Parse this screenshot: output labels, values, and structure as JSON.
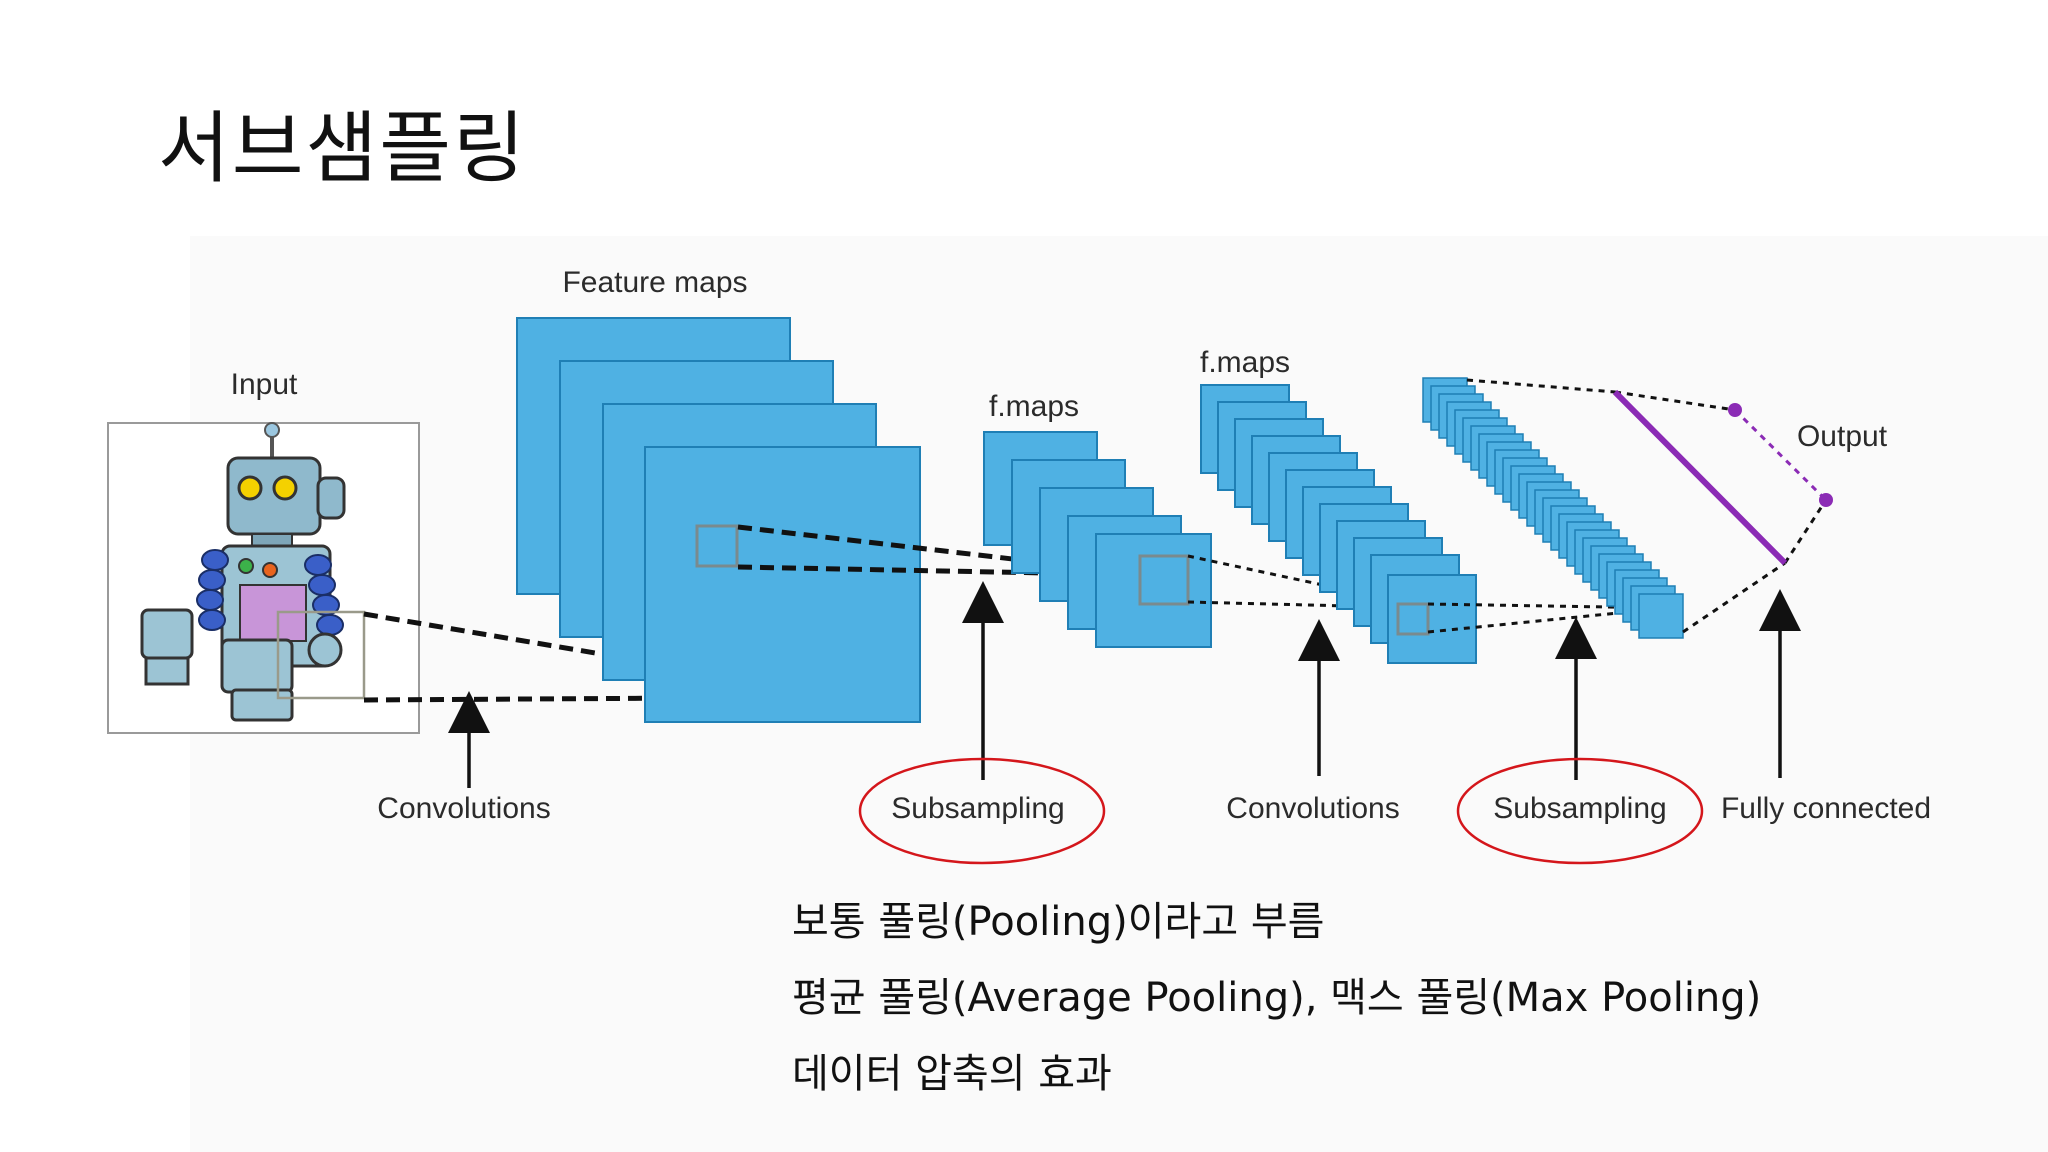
{
  "slide": {
    "title": "서브샘플링"
  },
  "diagram": {
    "labels": {
      "input": "Input",
      "feature_maps": "Feature maps",
      "fmaps_1": "f.maps",
      "fmaps_2": "f.maps",
      "output": "Output",
      "convolutions_1": "Convolutions",
      "subsampling_1": "Subsampling",
      "convolutions_2": "Convolutions",
      "subsampling_2": "Subsampling",
      "fully_connected": "Fully connected"
    },
    "colors": {
      "map_fill": "#4fb1e3",
      "map_stroke": "#1f7fb5",
      "highlight_ellipse": "#d4161b",
      "output_line": "#8b2bb5",
      "text": "#2b2b2b"
    }
  },
  "notes": [
    "보통 풀링(Pooling)이라고 부름",
    "평균 풀링(Average Pooling), 맥스 풀링(Max Pooling)",
    "데이터 압축의 효과"
  ]
}
